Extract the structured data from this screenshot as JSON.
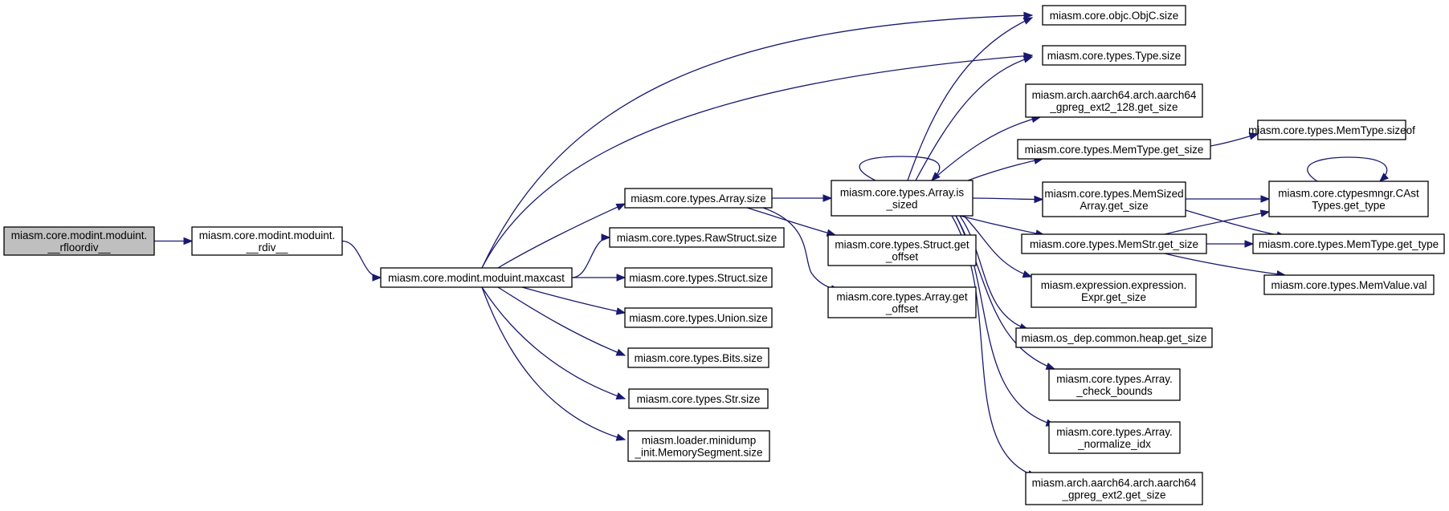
{
  "graph": {
    "nodes": [
      {
        "id": "rfloordiv",
        "lines": [
          "miasm.core.modint.moduint.",
          "__rfloordiv__"
        ],
        "highlight": true
      },
      {
        "id": "rdiv",
        "lines": [
          "miasm.core.modint.moduint.",
          "__rdiv__"
        ]
      },
      {
        "id": "maxcast",
        "lines": [
          "miasm.core.modint.moduint.maxcast"
        ]
      },
      {
        "id": "array_size",
        "lines": [
          "miasm.core.types.Array.size"
        ]
      },
      {
        "id": "rawstruct_size",
        "lines": [
          "miasm.core.types.RawStruct.size"
        ]
      },
      {
        "id": "struct_size",
        "lines": [
          "miasm.core.types.Struct.size"
        ]
      },
      {
        "id": "union_size",
        "lines": [
          "miasm.core.types.Union.size"
        ]
      },
      {
        "id": "bits_size",
        "lines": [
          "miasm.core.types.Bits.size"
        ]
      },
      {
        "id": "str_size",
        "lines": [
          "miasm.core.types.Str.size"
        ]
      },
      {
        "id": "memseg_size",
        "lines": [
          "miasm.loader.minidump",
          "_init.MemorySegment.size"
        ]
      },
      {
        "id": "array_is_sized",
        "lines": [
          "miasm.core.types.Array.is",
          "_sized"
        ]
      },
      {
        "id": "struct_get_offset",
        "lines": [
          "miasm.core.types.Struct.get",
          "_offset"
        ]
      },
      {
        "id": "array_get_offset",
        "lines": [
          "miasm.core.types.Array.get",
          "_offset"
        ]
      },
      {
        "id": "objc_size",
        "lines": [
          "miasm.core.objc.ObjC.size"
        ]
      },
      {
        "id": "type_size",
        "lines": [
          "miasm.core.types.Type.size"
        ]
      },
      {
        "id": "gpreg128_get_size",
        "lines": [
          "miasm.arch.aarch64.arch.aarch64",
          "_gpreg_ext2_128.get_size"
        ]
      },
      {
        "id": "memtype_get_size",
        "lines": [
          "miasm.core.types.MemType.get_size"
        ]
      },
      {
        "id": "memsized_get_size",
        "lines": [
          "miasm.core.types.MemSized",
          "Array.get_size"
        ]
      },
      {
        "id": "memstr_get_size",
        "lines": [
          "miasm.core.types.MemStr.get_size"
        ]
      },
      {
        "id": "expr_get_size",
        "lines": [
          "miasm.expression.expression.",
          "Expr.get_size"
        ]
      },
      {
        "id": "heap_get_size",
        "lines": [
          "miasm.os_dep.common.heap.get_size"
        ]
      },
      {
        "id": "check_bounds",
        "lines": [
          "miasm.core.types.Array.",
          "_check_bounds"
        ]
      },
      {
        "id": "normalize_idx",
        "lines": [
          "miasm.core.types.Array.",
          "_normalize_idx"
        ]
      },
      {
        "id": "gpreg_get_size",
        "lines": [
          "miasm.arch.aarch64.arch.aarch64",
          "_gpreg_ext2.get_size"
        ]
      },
      {
        "id": "memtype_sizeof",
        "lines": [
          "miasm.core.types.MemType.sizeof"
        ]
      },
      {
        "id": "cast_get_type",
        "lines": [
          "miasm.core.ctypesmngr.CAst",
          "Types.get_type"
        ]
      },
      {
        "id": "memtype_get_type",
        "lines": [
          "miasm.core.types.MemType.get_type"
        ]
      },
      {
        "id": "memvalue_val",
        "lines": [
          "miasm.core.types.MemValue.val"
        ]
      }
    ],
    "edges": [
      [
        "rfloordiv",
        "rdiv"
      ],
      [
        "rdiv",
        "maxcast"
      ],
      [
        "maxcast",
        "objc_size"
      ],
      [
        "maxcast",
        "type_size"
      ],
      [
        "maxcast",
        "array_size"
      ],
      [
        "maxcast",
        "rawstruct_size"
      ],
      [
        "maxcast",
        "struct_size"
      ],
      [
        "maxcast",
        "union_size"
      ],
      [
        "maxcast",
        "bits_size"
      ],
      [
        "maxcast",
        "str_size"
      ],
      [
        "maxcast",
        "memseg_size"
      ],
      [
        "array_size",
        "array_is_sized"
      ],
      [
        "array_size",
        "struct_get_offset"
      ],
      [
        "array_size",
        "array_get_offset"
      ],
      [
        "array_is_sized",
        "array_is_sized"
      ],
      [
        "array_is_sized",
        "objc_size"
      ],
      [
        "array_is_sized",
        "type_size"
      ],
      [
        "array_is_sized",
        "gpreg128_get_size"
      ],
      [
        "array_is_sized",
        "memtype_get_size"
      ],
      [
        "array_is_sized",
        "memsized_get_size"
      ],
      [
        "array_is_sized",
        "memstr_get_size"
      ],
      [
        "array_is_sized",
        "expr_get_size"
      ],
      [
        "array_is_sized",
        "heap_get_size"
      ],
      [
        "array_is_sized",
        "check_bounds"
      ],
      [
        "array_is_sized",
        "normalize_idx"
      ],
      [
        "array_is_sized",
        "gpreg_get_size"
      ],
      [
        "memtype_get_size",
        "memtype_sizeof"
      ],
      [
        "memsized_get_size",
        "cast_get_type"
      ],
      [
        "memsized_get_size",
        "memtype_get_type"
      ],
      [
        "memstr_get_size",
        "cast_get_type"
      ],
      [
        "memstr_get_size",
        "memtype_get_type"
      ],
      [
        "memstr_get_size",
        "memvalue_val"
      ],
      [
        "cast_get_type",
        "cast_get_type"
      ]
    ]
  }
}
